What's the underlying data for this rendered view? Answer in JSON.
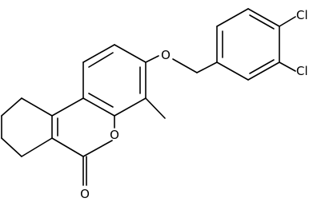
{
  "atom_labels": {
    "cl_upper": "Cl",
    "cl_lower": "Cl",
    "ether_oxygen": "O",
    "ring_oxygen": "O",
    "carbonyl_oxygen": "O"
  }
}
